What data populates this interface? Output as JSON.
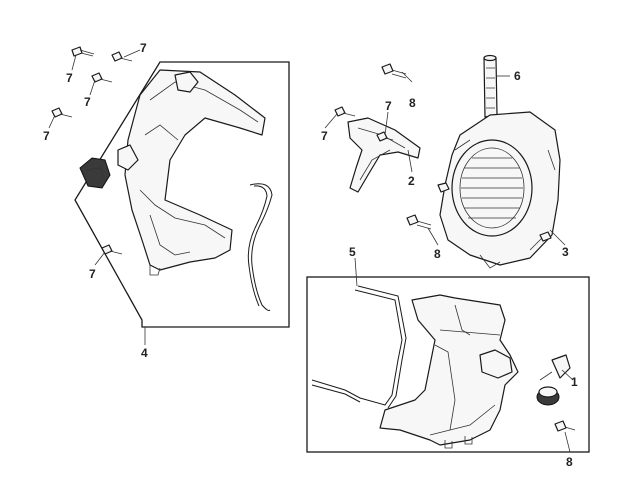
{
  "labels": {
    "l1": "1",
    "l2": "2",
    "l3": "3",
    "l4": "4",
    "l5": "5",
    "l6": "6",
    "l7a": "7",
    "l7b": "7",
    "l7c": "7",
    "l7d": "7",
    "l7e": "7",
    "l7f": "7",
    "l8a": "8",
    "l8b": "8",
    "l8c": "8"
  }
}
